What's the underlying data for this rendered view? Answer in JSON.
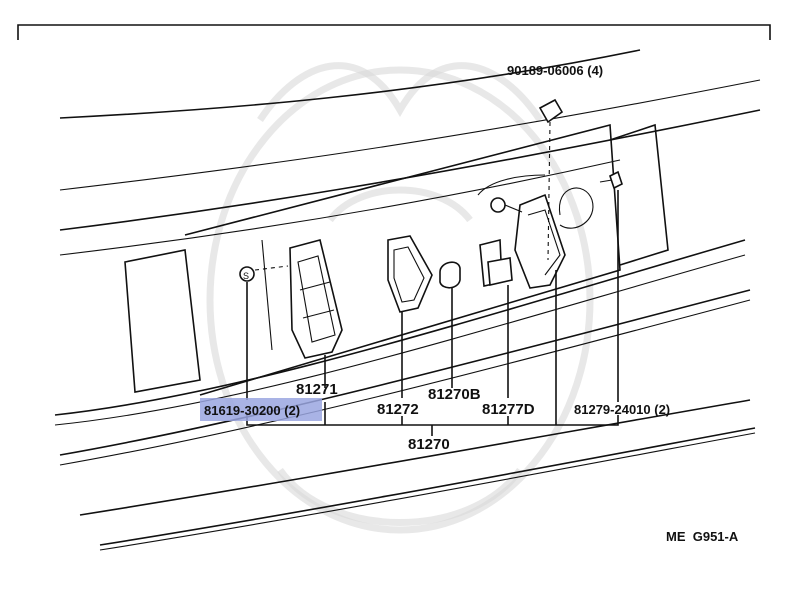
{
  "diagram": {
    "code": "ME  G951-A",
    "highlight_color": "#9aa6e0",
    "labels": {
      "bolt": "90189-06006 (4)",
      "lens": "81271",
      "bezel": "81272",
      "bulb": "81270B",
      "socket": "81277D",
      "screw_right": "81279-24010 (2)",
      "screw_left": "81619-30200 (2)",
      "assembly": "81270"
    }
  }
}
